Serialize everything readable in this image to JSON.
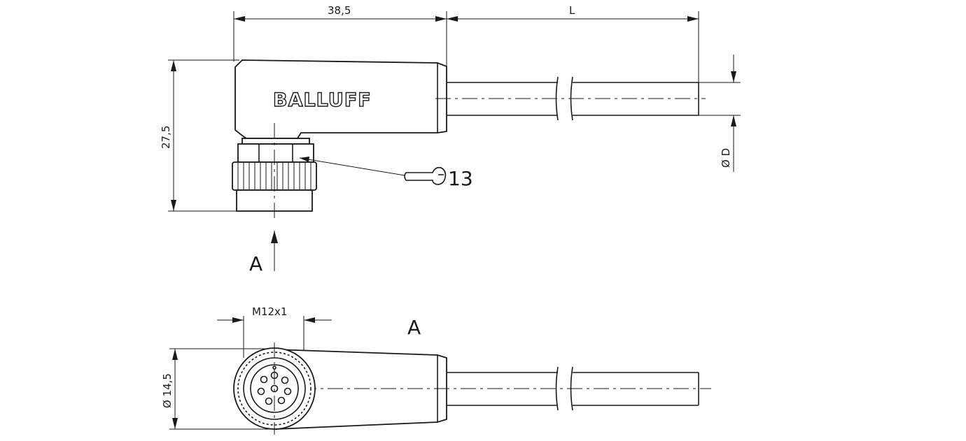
{
  "drawing": {
    "brand_logo": "BALLUFF",
    "dimensions": {
      "length_body": "38,5",
      "length_cable": "L",
      "height_total": "27,5",
      "cable_diameter": "Ø D",
      "thread": "M12x1",
      "diameter_nut": "Ø 14,5",
      "wrench_size": "13"
    },
    "view_labels": {
      "view_arrow": "A",
      "view_title": "A"
    }
  },
  "colors": {
    "line": "#1a1a1a",
    "background": "#ffffff"
  }
}
